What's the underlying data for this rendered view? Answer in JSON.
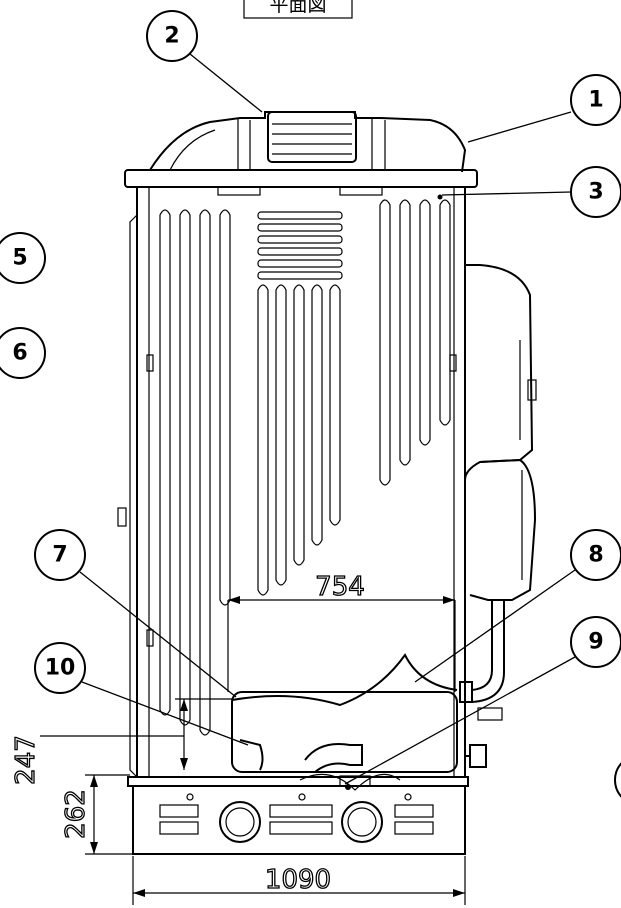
{
  "title": "平面図",
  "callouts": [
    "1",
    "2",
    "3",
    "5",
    "6",
    "7",
    "8",
    "9",
    "10"
  ],
  "dimensions": {
    "inner_width": "754",
    "total_width": "1090",
    "height_a": "247",
    "height_b": "262"
  }
}
